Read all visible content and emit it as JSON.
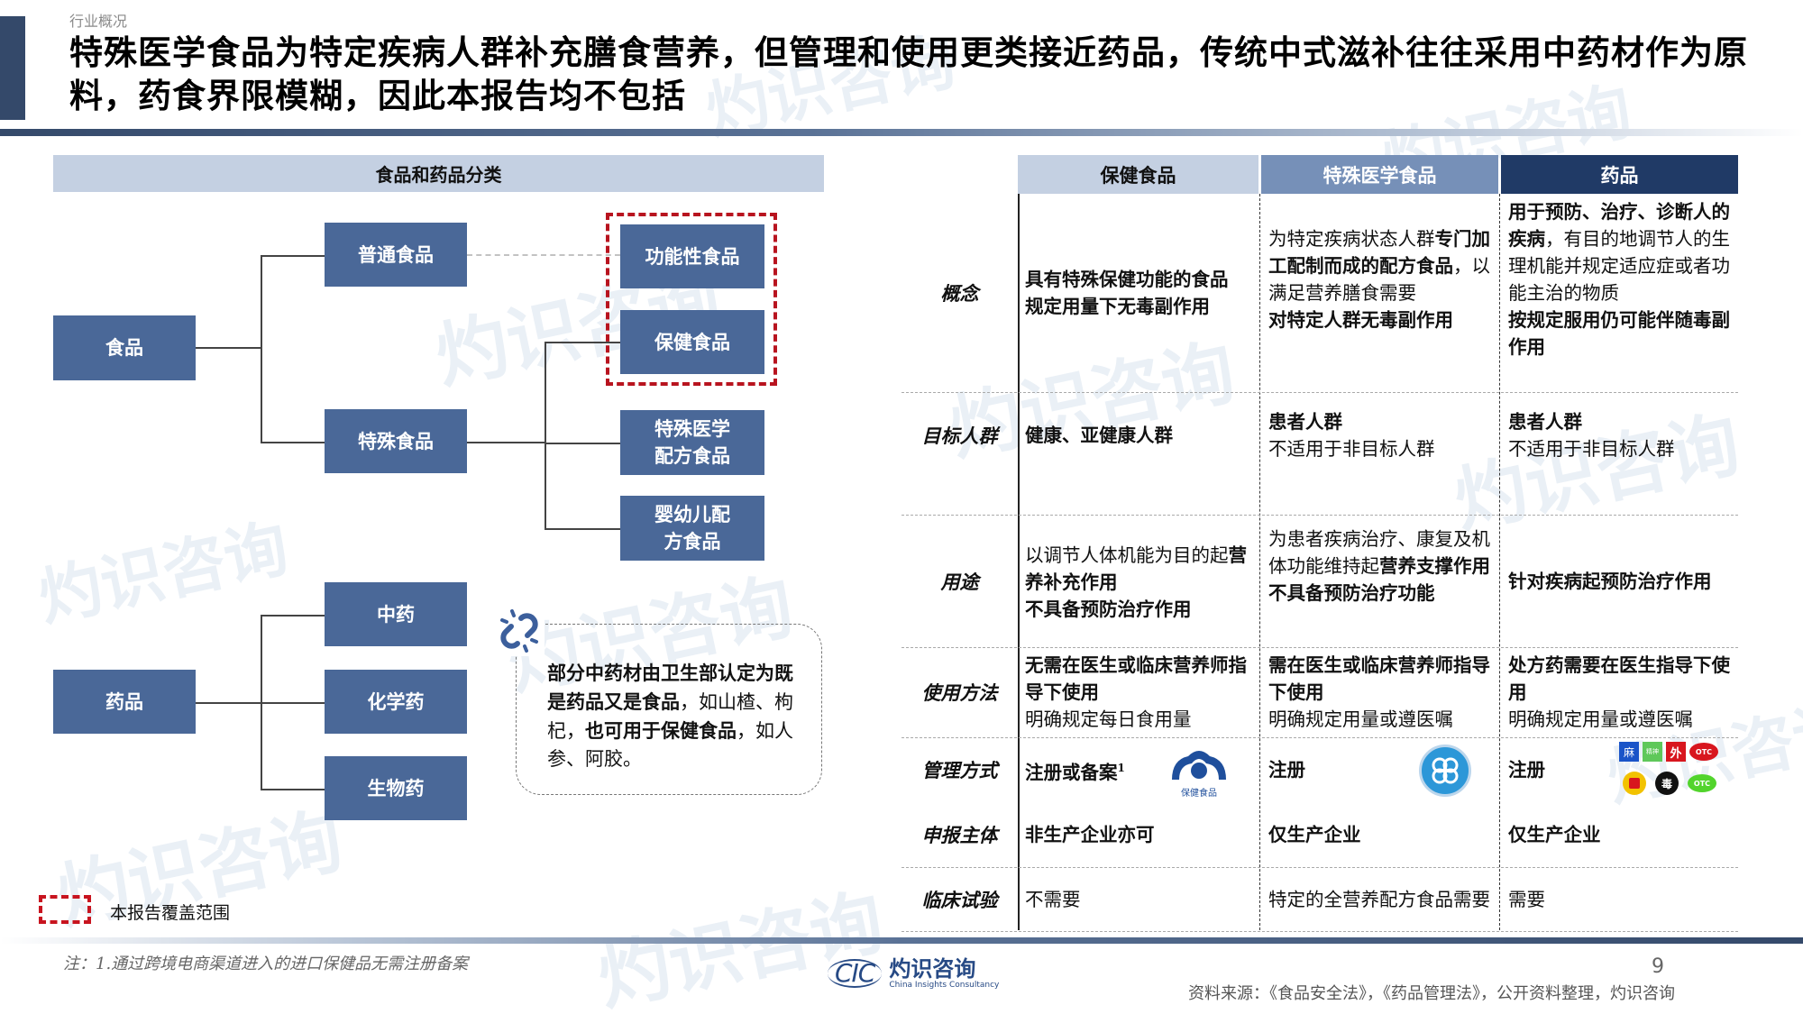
{
  "header": {
    "section_label": "行业概况",
    "title": "特殊医学食品为特定疾病人群补充膳食营养，但管理和使用更类接近药品，传统中式滋补往往采用中药材作为原料，药食界限模糊，因此本报告均不包括"
  },
  "watermark": {
    "cn": "灼识咨询",
    "en": "China Insights Consultancy",
    "logo": "CIC"
  },
  "classification": {
    "title": "食品和药品分类",
    "food": {
      "root": "食品",
      "general": "普通食品",
      "special": "特殊食品",
      "functional": "功能性食品",
      "health": "保健食品",
      "fsmp": "特殊医学配方食品",
      "infant": "婴幼儿配方食品"
    },
    "drug": {
      "root": "药品",
      "tcm": "中药",
      "chemical": "化学药",
      "biologic": "生物药"
    },
    "note": {
      "seg1_bold": "部分中药材由卫生部认定为既是药品又是食品",
      "seg2": "，如山楂、枸杞，",
      "seg3_bold": "也可用于保健食品",
      "seg4": "，如人参、阿胶。"
    },
    "legend_label": "本报告覆盖范围"
  },
  "comparison": {
    "columns": [
      "保健食品",
      "特殊医学食品",
      "药品"
    ],
    "rows": [
      {
        "label": "概念",
        "cells": [
          [
            {
              "t": "具有特殊保健功能的食品",
              "b": true
            },
            {
              "t": "规定用量下无毒副作用",
              "b": true
            }
          ],
          [
            {
              "t": "为特定疾病状态人群",
              "b": false
            },
            {
              "t": "专门加工配制而成的配方食品",
              "b": true
            },
            {
              "t": "，以满足营养膳食需要",
              "b": false
            },
            {
              "t": "对特定人群无毒副作用",
              "b": true
            }
          ],
          [
            {
              "t": "用于预防、治疗、诊断人的疾病",
              "b": true
            },
            {
              "t": "，有目的地调节人的生理机能并规定适应症或者功能主治的物质",
              "b": false
            },
            {
              "t": "按规定服用仍可能伴随毒副作用",
              "b": true
            }
          ]
        ]
      },
      {
        "label": "目标人群",
        "cells": [
          [
            {
              "t": "健康、亚健康人群",
              "b": true
            }
          ],
          [
            {
              "t": "患者人群",
              "b": true
            },
            {
              "t": "不适用于非目标人群",
              "b": false
            }
          ],
          [
            {
              "t": "患者人群",
              "b": true
            },
            {
              "t": "不适用于非目标人群",
              "b": false
            }
          ]
        ]
      },
      {
        "label": "用途",
        "cells": [
          [
            {
              "t": "以调节人体机能为目的起",
              "b": false
            },
            {
              "t": "营养补充作用",
              "b": true
            },
            {
              "t": "不具备预防治疗作用",
              "b": true
            }
          ],
          [
            {
              "t": "为患者疾病治疗、康复及机体功能维持起",
              "b": false
            },
            {
              "t": "营养支撑作用",
              "b": true
            },
            {
              "t": "不具备预防治疗功能",
              "b": true
            }
          ],
          [
            {
              "t": "针对疾病起预防治疗作用",
              "b": true
            }
          ]
        ]
      },
      {
        "label": "使用方法",
        "cells": [
          [
            {
              "t": "无需在医生或临床营养师指导下使用",
              "b": true
            },
            {
              "t": "明确规定每日食用量",
              "b": false
            }
          ],
          [
            {
              "t": "需在医生或临床营养师指导下使用",
              "b": true
            },
            {
              "t": "明确规定用量或遵医嘱",
              "b": false
            }
          ],
          [
            {
              "t": "处方药需要在医生指导下使用",
              "b": true
            },
            {
              "t": "明确规定用量或遵医嘱",
              "b": false
            }
          ]
        ]
      },
      {
        "label": "管理方式",
        "cells": [
          [
            {
              "t": "注册或备案",
              "b": true,
              "sup": "1"
            }
          ],
          [
            {
              "t": "注册",
              "b": true
            }
          ],
          [
            {
              "t": "注册",
              "b": true
            }
          ]
        ]
      },
      {
        "label": "申报主体",
        "cells": [
          [
            {
              "t": "非生产企业亦可",
              "b": true
            }
          ],
          [
            {
              "t": "仅生产企业",
              "b": true
            }
          ],
          [
            {
              "t": "仅生产企业",
              "b": true
            }
          ]
        ]
      },
      {
        "label": "临床试验",
        "cells": [
          [
            {
              "t": "不需要",
              "b": false
            }
          ],
          [
            {
              "t": "特定的全营养配方食品需要",
              "b": false
            }
          ],
          [
            {
              "t": "需要",
              "b": false
            }
          ]
        ]
      }
    ],
    "icons": {
      "health_food_logo_text": "保健食品",
      "drug_marks": [
        "麻",
        "精神",
        "外",
        "OTC",
        "放",
        "毒",
        "OTC"
      ]
    },
    "colors": {
      "header1": "#c4d0e2",
      "header2": "#7690b8",
      "header3": "#203a66"
    }
  },
  "footer": {
    "footnote": "注：1.通过跨境电商渠道进入的进口保健品无需注册备案",
    "logo_cic": "CIC",
    "logo_cn": "灼识咨询",
    "logo_en": "China Insights Consultancy",
    "page_number": "9",
    "source": "资料来源：《食品安全法》，《药品管理法》，公开资料整理，灼识咨询"
  }
}
